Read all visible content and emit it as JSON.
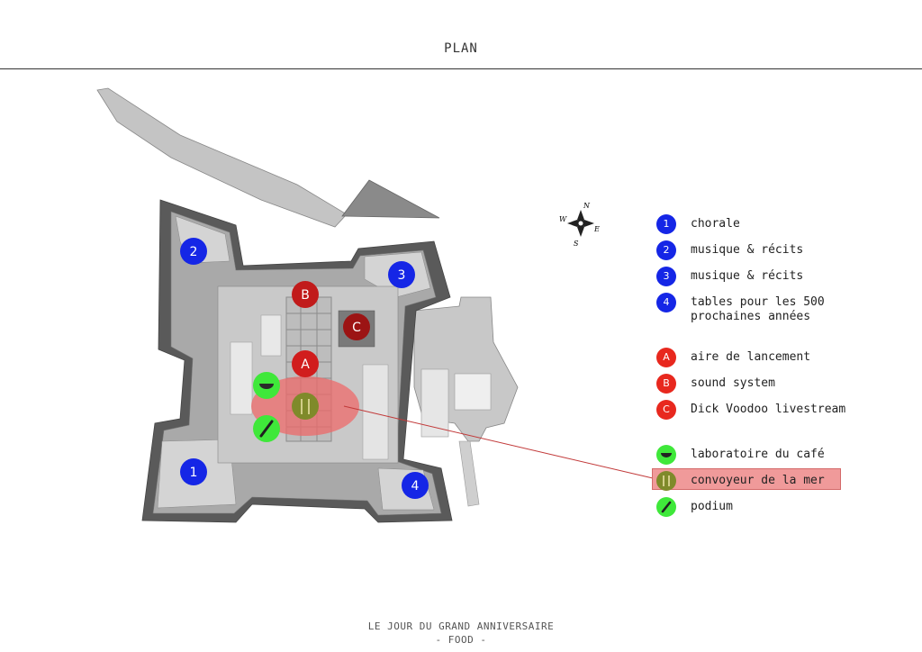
{
  "header": {
    "title": "PLAN"
  },
  "footer": {
    "line1": "LE JOUR DU GRAND ANNIVERSAIRE",
    "line2": "- FOOD -"
  },
  "compass": {
    "n": "N",
    "s": "S",
    "e": "E",
    "w": "W"
  },
  "colors": {
    "blue": "#1526e6",
    "red": "#e8281e",
    "green": "#3fe83a",
    "olive": "#7f8a2a",
    "highlight": "#f09a9a"
  },
  "markers": [
    {
      "label": "1",
      "color": "blue"
    },
    {
      "label": "2",
      "color": "blue"
    },
    {
      "label": "3",
      "color": "blue"
    },
    {
      "label": "4",
      "color": "blue"
    },
    {
      "label": "A",
      "color": "red"
    },
    {
      "label": "B",
      "color": "red"
    },
    {
      "label": "C",
      "color": "red"
    }
  ],
  "legend": [
    {
      "marker": "1",
      "text": "chorale",
      "color": "blue"
    },
    {
      "marker": "2",
      "text": "musique & récits",
      "color": "blue"
    },
    {
      "marker": "3",
      "text": "musique & récits",
      "color": "blue"
    },
    {
      "marker": "4",
      "text": "tables pour les 500\nprochaines années",
      "color": "blue"
    },
    {
      "marker": "A",
      "text": "aire de lancement",
      "color": "red"
    },
    {
      "marker": "B",
      "text": "sound system",
      "color": "red"
    },
    {
      "marker": "C",
      "text": "Dick Voodoo livestream",
      "color": "red"
    },
    {
      "icon": "coffee-cup-icon",
      "text": "laboratoire du café",
      "color": "green"
    },
    {
      "icon": "fork-knife-icon",
      "text": "convoyeur de la mer",
      "color": "olive",
      "highlighted": true
    },
    {
      "icon": "microphone-icon",
      "text": "podium",
      "color": "green"
    }
  ]
}
